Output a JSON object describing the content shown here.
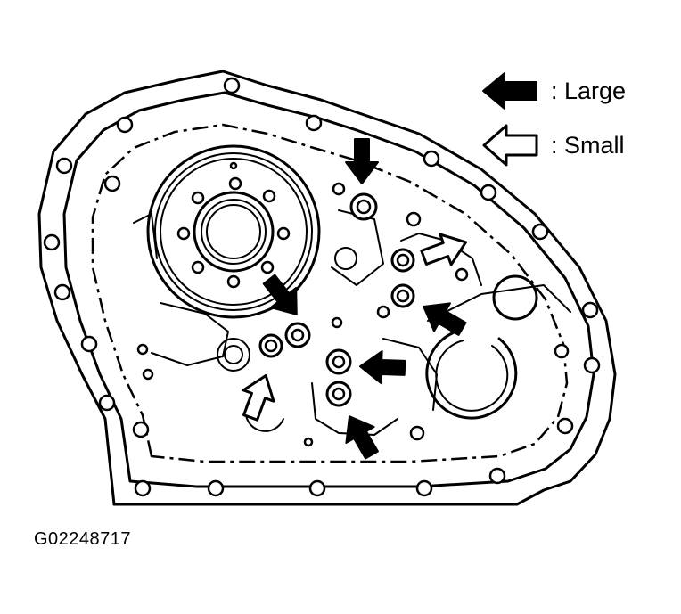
{
  "legend": {
    "large_label": ": Large",
    "small_label": ": Small"
  },
  "figure_code": "G02248717"
}
